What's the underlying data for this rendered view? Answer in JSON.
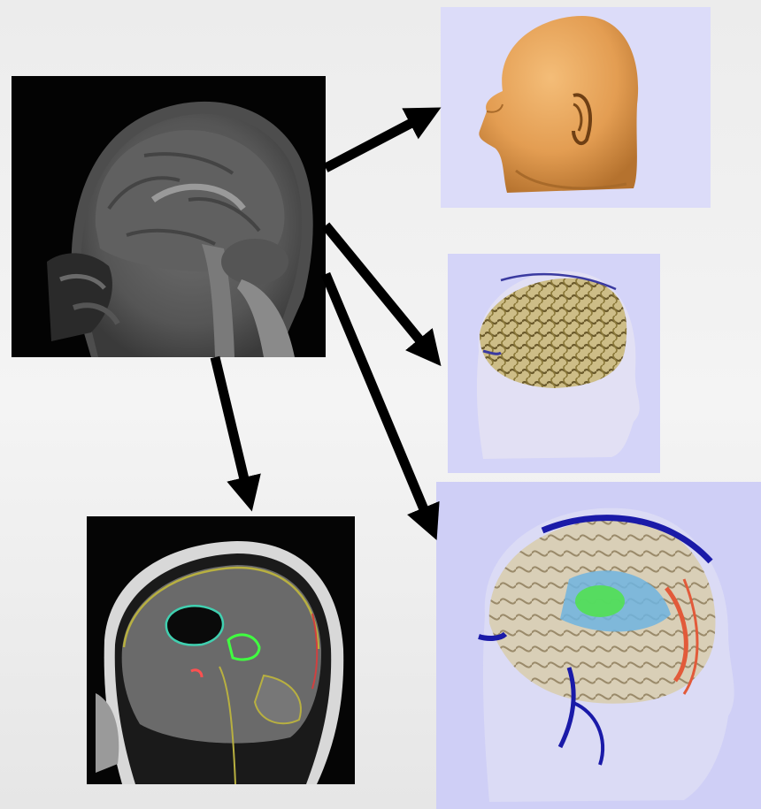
{
  "diagram": {
    "nodes": [
      {
        "id": "mri-source",
        "depicts": "sagittal-mri-slice"
      },
      {
        "id": "head-surface",
        "depicts": "3d-head-surface-render"
      },
      {
        "id": "brain-in-head",
        "depicts": "3d-brain-in-transparent-head"
      },
      {
        "id": "brain-structures",
        "depicts": "3d-labeled-brain-structures"
      },
      {
        "id": "mri-segmented",
        "depicts": "sagittal-mri-with-segmentation-contours"
      }
    ],
    "edges": [
      {
        "from": "mri-source",
        "to": "head-surface"
      },
      {
        "from": "mri-source",
        "to": "brain-in-head"
      },
      {
        "from": "mri-source",
        "to": "brain-structures"
      },
      {
        "from": "mri-source",
        "to": "mri-segmented"
      }
    ]
  },
  "colors": {
    "arrow": "#000000",
    "skin": "#e8a45c",
    "brain_tissue": "#cfc08a",
    "render_background": "#d8d8f8",
    "contour_yellow": "#b8b040",
    "contour_green": "#40ff40",
    "contour_cyan": "#40d0b0",
    "vessel_blue": "#1a1aa8"
  }
}
